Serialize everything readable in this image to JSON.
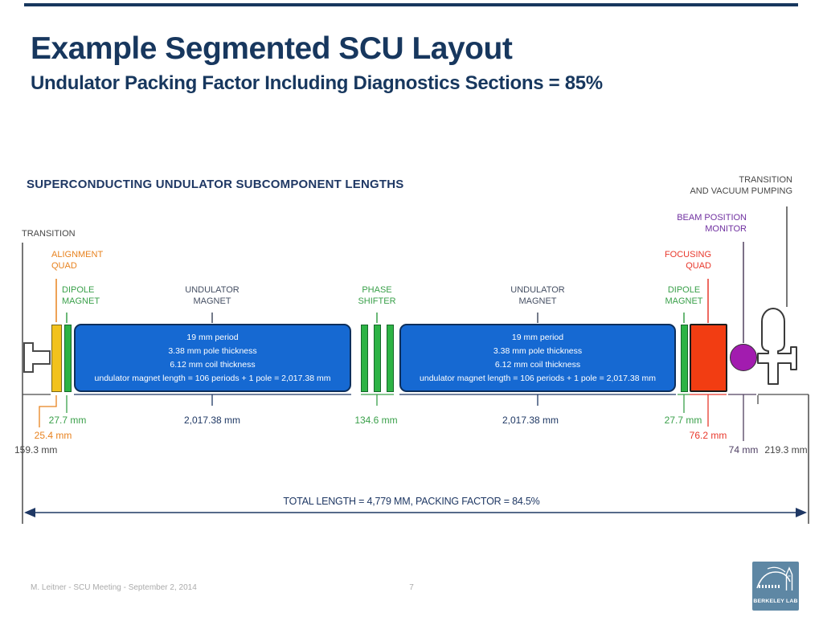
{
  "header": {
    "title": "Example Segmented SCU Layout",
    "subtitle": "Undulator Packing Factor Including Diagnostics Sections = 85%"
  },
  "diagram": {
    "heading": "SUPERCONDUCTING UNDULATOR SUBCOMPONENT LENGTHS",
    "labels": {
      "transition_left": "TRANSITION",
      "alignment_quad": "ALIGNMENT\nQUAD",
      "dipole_magnet_1": "DIPOLE\nMAGNET",
      "undulator_magnet_1": "UNDULATOR\nMAGNET",
      "phase_shifter": "PHASE\nSHIFTER",
      "undulator_magnet_2": "UNDULATOR\nMAGNET",
      "dipole_magnet_2": "DIPOLE\nMAGNET",
      "focusing_quad": "FOCUSING\nQUAD",
      "beam_position_monitor": "BEAM POSITION\nMONITOR",
      "transition_vacuum": "TRANSITION\nAND VACUUM PUMPING"
    },
    "undulator_box_lines": [
      "19 mm period",
      "3.38 mm pole thickness",
      "6.12 mm coil thickness",
      "undulator magnet length = 106 periods + 1 pole = 2,017.38 mm"
    ],
    "dimensions": {
      "transition_left": "159.3 mm",
      "alignment_quad": "25.4 mm",
      "dipole_magnet_1": "27.7 mm",
      "undulator_magnet_1": "2,017.38 mm",
      "phase_shifter": "134.6 mm",
      "undulator_magnet_2": "2,017.38 mm",
      "dipole_magnet_2": "27.7 mm",
      "focusing_quad": "76.2 mm",
      "beam_position_monitor": "74 mm",
      "transition_vacuum": "219.3 mm"
    },
    "total": "TOTAL LENGTH = 4,779 MM, PACKING FACTOR = 84.5%"
  },
  "colors": {
    "title_navy": "#17375E",
    "diagram_navy": "#1F3864",
    "undulator_blue": "#1669D2",
    "quad_yellow": "#F2C21C",
    "magnet_green": "#2DB345",
    "focusing_red": "#F23D12",
    "bpm_purple": "#A21CAF",
    "orange_label": "#E8821E",
    "green_label": "#3AA04A",
    "red_label": "#E8382C",
    "purple_label": "#7030A0",
    "gray_label": "#474747",
    "logo_blue": "#5E87A4"
  },
  "footer": {
    "credit": "M. Leitner - SCU Meeting - September 2, 2014",
    "page_number": "7",
    "logo_text": "BERKELEY LAB"
  }
}
